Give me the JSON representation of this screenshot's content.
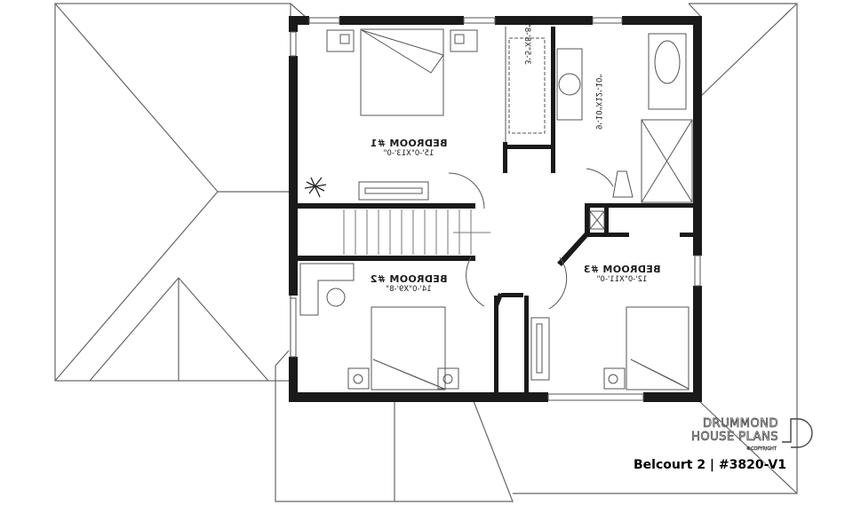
{
  "plan": {
    "title": "Belcourt 2 | #3820-V1",
    "brand_line1": "DRUMMOND",
    "brand_line2": "HOUSE PLANS",
    "copyright": "©COPYRIGHT",
    "orientation": "mirrored"
  },
  "rooms": [
    {
      "id": "bedroom1",
      "name": "BEDROOM #1",
      "dimensions": "15'-0\"X13'-0\""
    },
    {
      "id": "bedroom2",
      "name": "BEDROOM #2",
      "dimensions": "14'-0\"X9'-8\""
    },
    {
      "id": "bedroom3",
      "name": "BEDROOM #3",
      "dimensions": "12'-0\"X11'-0\""
    },
    {
      "id": "bathroom",
      "name": "",
      "dimensions": "9'-10\"X12'-10\""
    },
    {
      "id": "walk-in-closet",
      "name": "",
      "dimensions": "3'-5\"X8'-8\""
    }
  ],
  "colors": {
    "wall": "#1a1a1a",
    "line": "#555555",
    "background": "#ffffff"
  }
}
